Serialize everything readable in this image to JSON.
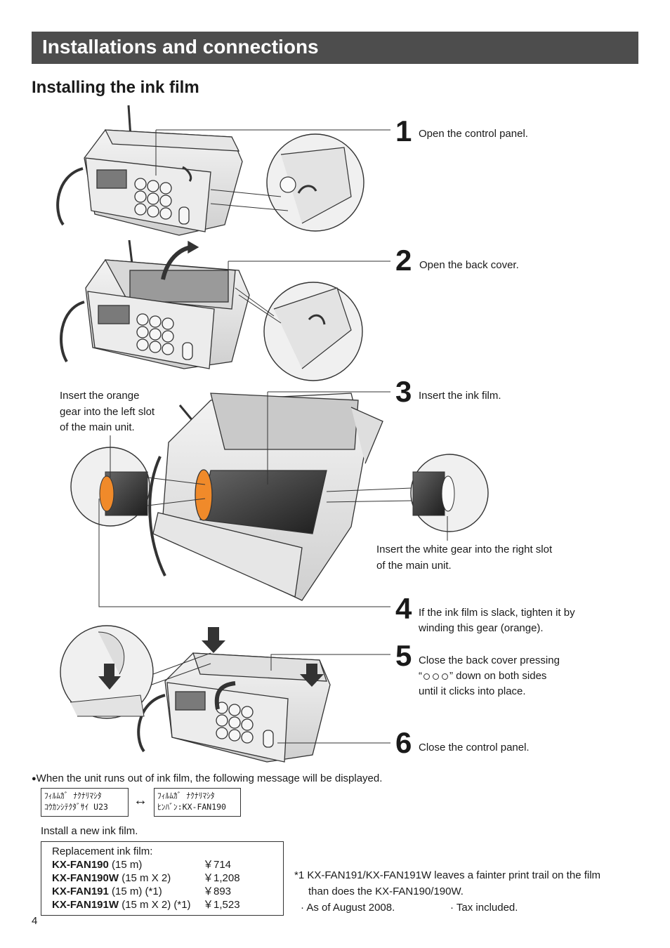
{
  "header": {
    "title": "Installations and connections"
  },
  "section": {
    "title": "Installing the ink film"
  },
  "steps": [
    {
      "num": "1",
      "text": "Open the control panel."
    },
    {
      "num": "2",
      "text": "Open the back cover."
    },
    {
      "num": "3",
      "text": "Insert the ink film."
    },
    {
      "num": "4",
      "line1": "If the ink film is slack, tighten it by",
      "line2": "winding this gear (orange)."
    },
    {
      "num": "5",
      "line1": "Close the back cover pressing",
      "line2_open": "“",
      "line2_close": "” down on both sides",
      "line3": "until it clicks into place."
    },
    {
      "num": "6",
      "text": "Close the control panel."
    }
  ],
  "callouts": {
    "orange_gear": [
      "Insert the orange",
      "gear into the left slot",
      "of the main unit."
    ],
    "white_gear": [
      "Insert the white gear into the right slot",
      "of the main unit."
    ]
  },
  "note": {
    "bullet": "●",
    "text": "When the unit runs out of ink film, the following message will be displayed.",
    "display1": [
      "ﾌｨﾙﾑｶﾞ ﾅｸﾅﾘﾏｼﾀ",
      "ｺｳｶﾝｼﾃｸﾀﾞｻｲ U23"
    ],
    "arrow": "↔",
    "display2": [
      "ﾌｨﾙﾑｶﾞ ﾅｸﾅﾘﾏｼﾀ",
      "ﾋﾝﾊﾞﾝ:KX-FAN190"
    ],
    "install_text": "Install a new ink film."
  },
  "replacement": {
    "heading": "Replacement ink film:",
    "rows": [
      {
        "model": "KX-FAN190",
        "spec": " (15 m)",
        "price": "￥714"
      },
      {
        "model": "KX-FAN190W",
        "spec": " (15 m X 2)",
        "price": "￥1,208"
      },
      {
        "model": "KX-FAN191",
        "spec": " (15 m) (*1)",
        "price": "￥893"
      },
      {
        "model": "KX-FAN191W",
        "spec": " (15 m X 2) (*1)",
        "price": "￥1,523"
      }
    ]
  },
  "footnote": {
    "line1": "*1 KX-FAN191/KX-FAN191W leaves a fainter print trail on the film",
    "line2": "than does the KX-FAN190/190W.",
    "as_of": "· As of August 2008.",
    "tax": "· Tax included."
  },
  "page_number": "4",
  "colors": {
    "header_bg": "#4d4d4d",
    "header_text": "#ffffff"
  }
}
